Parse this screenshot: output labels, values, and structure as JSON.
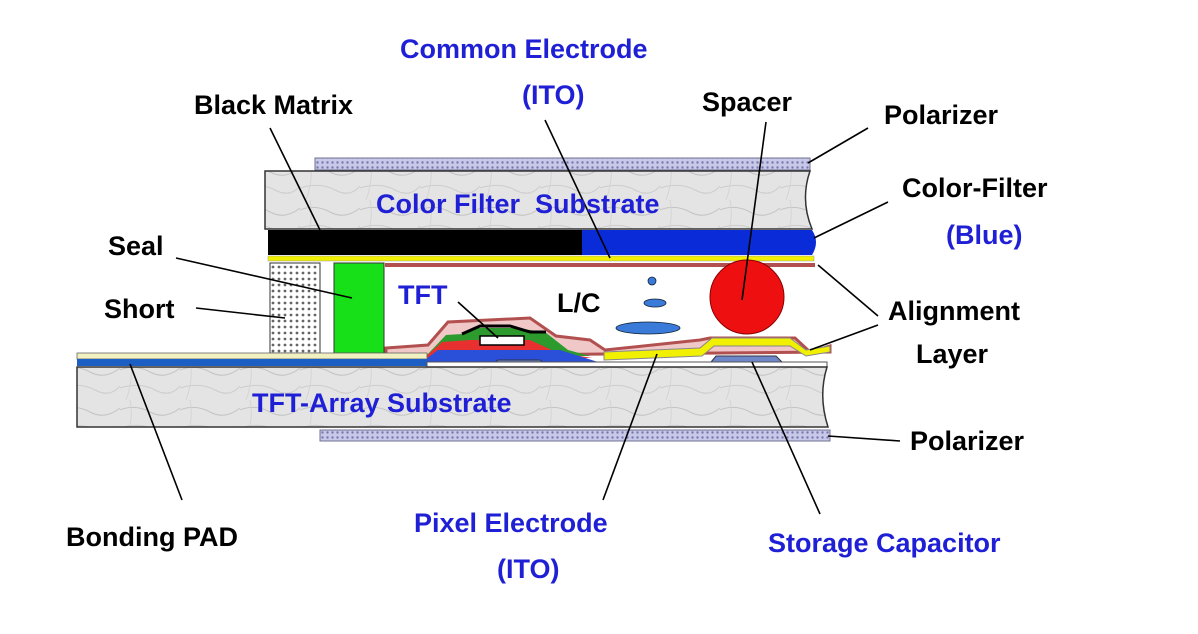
{
  "labels": {
    "common_electrode_1": "Common Electrode",
    "common_electrode_2": "(ITO)",
    "black_matrix": "Black Matrix",
    "spacer": "Spacer",
    "polarizer_top": "Polarizer",
    "color_filter_substrate": "Color Filter  Substrate",
    "color_filter_1": "Color-Filter",
    "color_filter_2": "(Blue)",
    "seal": "Seal",
    "short": "Short",
    "tft": "TFT",
    "lc": "L/C",
    "alignment_1": "Alignment",
    "alignment_2": "Layer",
    "tft_array_substrate": "TFT-Array Substrate",
    "polarizer_bottom": "Polarizer",
    "bonding_pad": "Bonding PAD",
    "pixel_electrode_1": "Pixel Electrode",
    "pixel_electrode_2": "(ITO)",
    "storage_capacitor": "Storage Capacitor"
  },
  "colors": {
    "label_blue": "#1f1fd6",
    "label_black": "#000000",
    "black_matrix": "#000000",
    "color_filter_blue": "#0a2bd8",
    "seal_green": "#18e018",
    "spacer_red": "#ee1010",
    "alignment_layer": "#b25050",
    "pixel_electrode_yellow": "#f0f000",
    "substrate_gray": "#e0e0e0",
    "bonding_pad_blue": "#1c5fc4",
    "polarizer": "#b0b0d8"
  }
}
